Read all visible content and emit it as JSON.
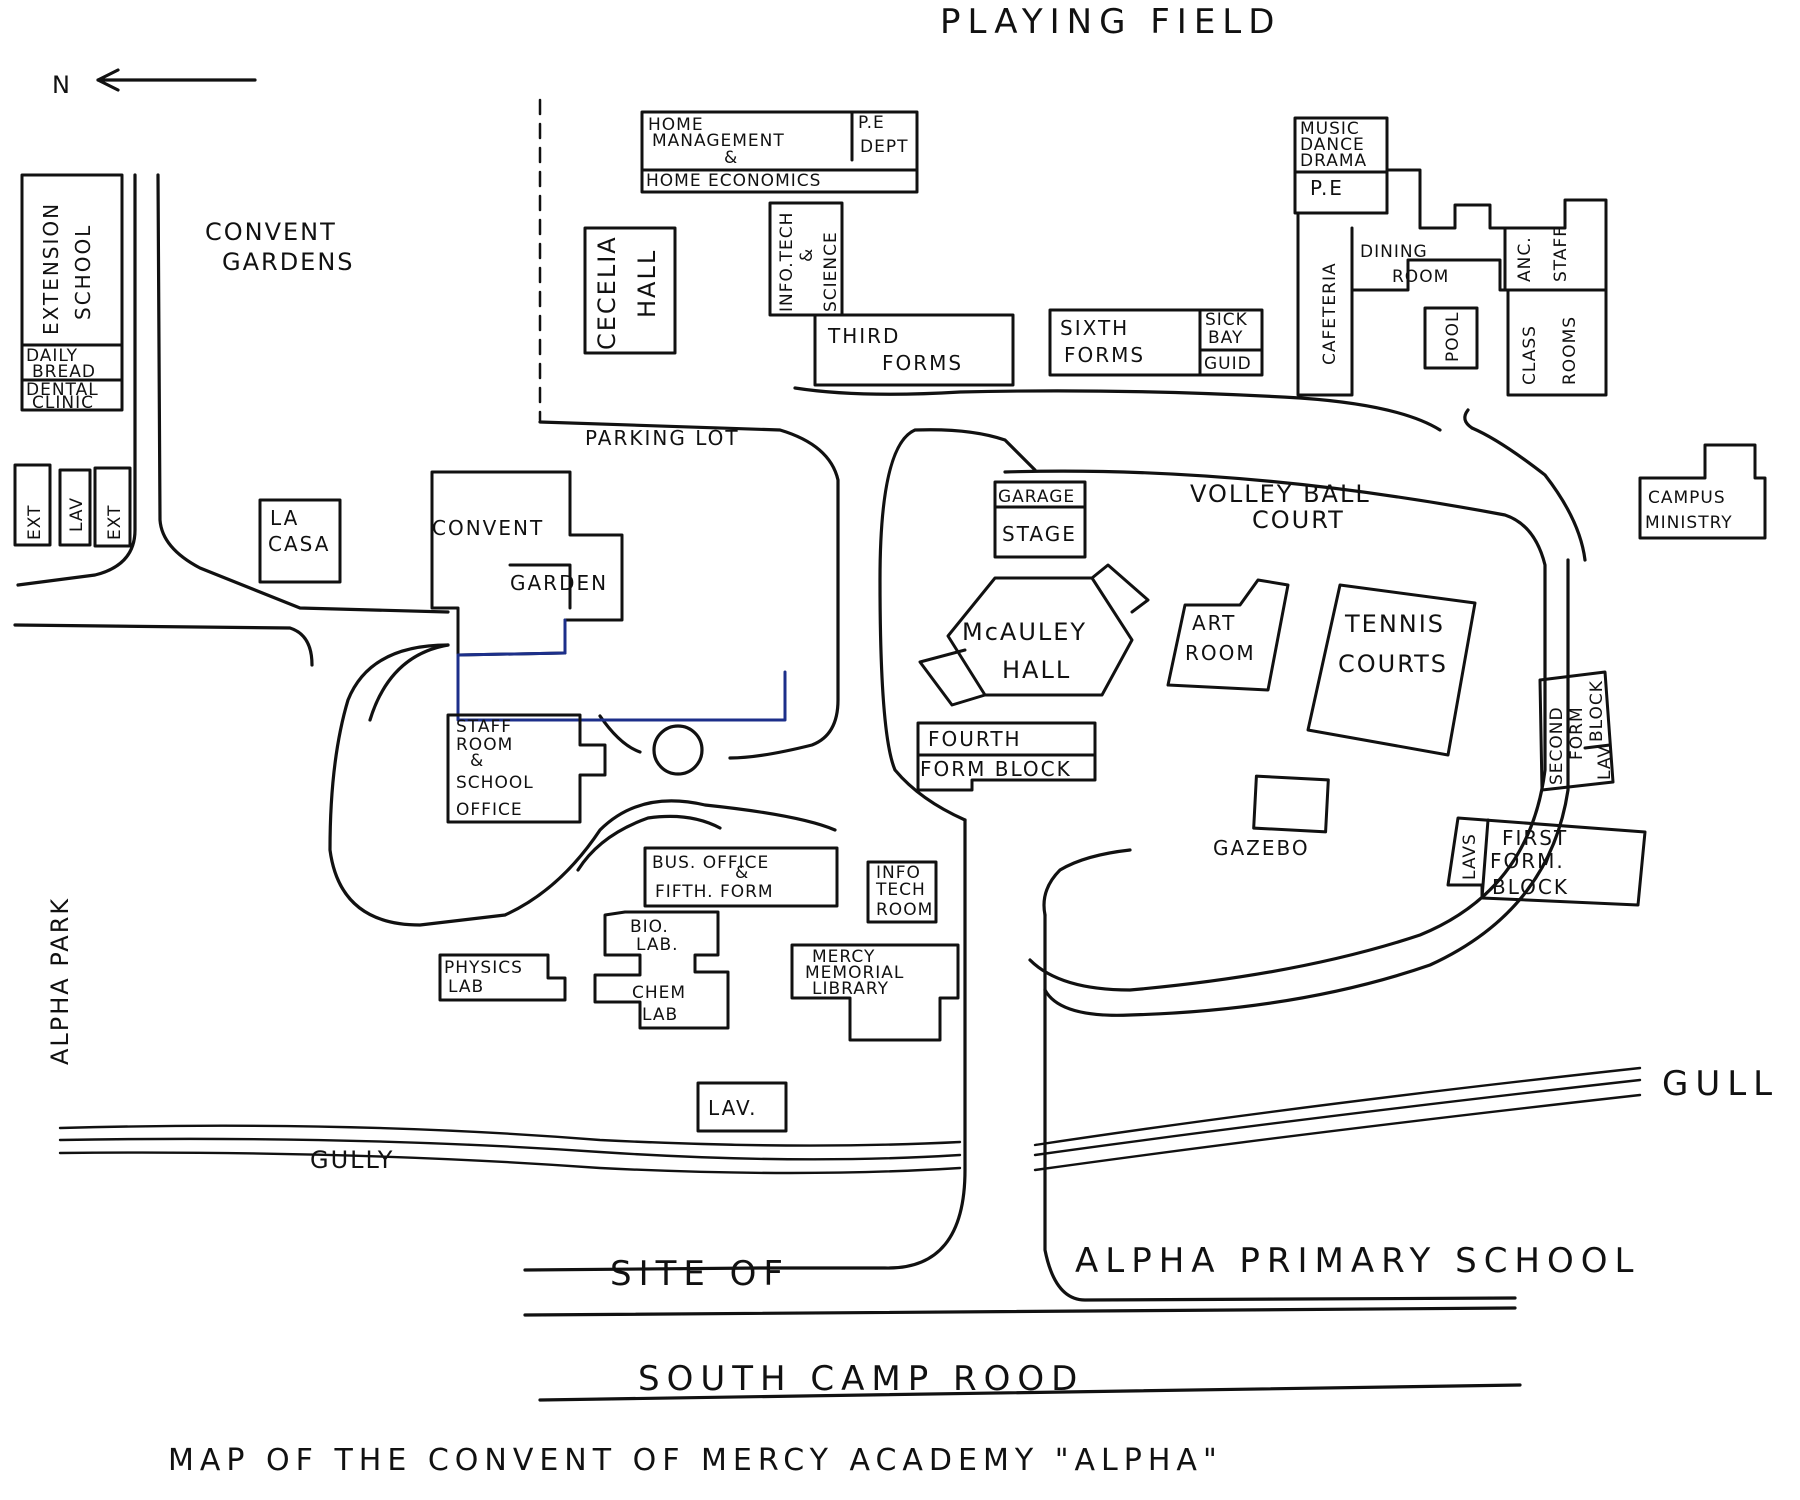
{
  "map": {
    "title": "MAP OF THE CONVENT OF MERCY ACADEMY \"ALPHA\"",
    "north_arrow_label": "N",
    "regions": {
      "playing_field": "PLAYING FIELD",
      "convent_gardens_1": "CONVENT",
      "convent_gardens_2": "GARDENS",
      "parking_lot": "PARKING LOT",
      "volley_ball_1": "VOLLEY BALL",
      "volley_ball_2": "COURT",
      "alpha_park": "ALPHA PARK",
      "site_of": "SITE OF",
      "alpha_primary": "ALPHA PRIMARY SCHOOL",
      "south_camp_road": "SOUTH CAMP ROOD",
      "gully_left": "GULLY",
      "gully_right": "GULL",
      "gazebo": "GAZEBO"
    },
    "buildings": {
      "extension_school_1": "EXTENSION",
      "extension_school_2": "SCHOOL",
      "daily_bread_1": "DAILY",
      "daily_bread_2": "BREAD",
      "dental_clinic_1": "DENTAL",
      "dental_clinic_2": "CLINIC",
      "ext_left": "EXT",
      "lav_ext": "LAV",
      "ext_right": "EXT",
      "la_casa_1": "LA",
      "la_casa_2": "CASA",
      "convent": "CONVENT",
      "garden": "GARDEN",
      "staff_room_1": "STAFF",
      "staff_room_2": "ROOM",
      "staff_room_3": "&",
      "staff_room_4": "SCHOOL",
      "staff_room_5": "OFFICE",
      "home_mgmt_1": "HOME",
      "home_mgmt_2": "MANAGEMENT",
      "home_mgmt_3": "&",
      "home_economics": "HOME ECONOMICS",
      "pe_dept_1": "P.E",
      "pe_dept_2": "DEPT",
      "cecelia_hall_1": "CECELIA",
      "cecelia_hall_2": "HALL",
      "info_tech_science_1": "INFO.TECH",
      "info_tech_science_2": "&",
      "info_tech_science_3": "SCIENCE",
      "third_forms_1": "THIRD",
      "third_forms_2": "FORMS",
      "sixth_forms_1": "SIXTH",
      "sixth_forms_2": "FORMS",
      "sick_bay_1": "SICK",
      "sick_bay_2": "BAY",
      "guid": "GUID",
      "music_1": "MUSIC",
      "music_2": "DANCE",
      "music_3": "DRAMA",
      "pe": "P.E",
      "cafeteria": "CAFETERIA",
      "dining_room_1": "DINING",
      "dining_room_2": "ROOM",
      "anc_staff_1": "ANC.",
      "anc_staff_2": "STAFF",
      "pool": "POOL",
      "class_rooms_1": "CLASS",
      "class_rooms_2": "ROOMS",
      "campus_ministry_1": "CAMPUS",
      "campus_ministry_2": "MINISTRY",
      "garage": "GARAGE",
      "stage": "STAGE",
      "mcauley_hall_1": "McAULEY",
      "mcauley_hall_2": "HALL",
      "art_room_1": "ART",
      "art_room_2": "ROOM",
      "tennis_courts_1": "TENNIS",
      "tennis_courts_2": "COURTS",
      "fourth_form_1": "FOURTH",
      "fourth_form_2": "FORM BLOCK",
      "second_form_1": "SECOND",
      "second_form_2": "FORM",
      "second_form_3": "BLOCK",
      "lav_second": "LAV",
      "lavs_first": "LAVS",
      "first_form_1": "FIRST",
      "first_form_2": "FORM.",
      "first_form_3": "BLOCK",
      "bus_office_1": "BUS. OFFICE",
      "bus_office_2": "&",
      "fifth_form": "FIFTH. FORM",
      "info_tech_room_1": "INFO",
      "info_tech_room_2": "TECH",
      "info_tech_room_3": "ROOM",
      "bio_lab_1": "BIO.",
      "bio_lab_2": "LAB.",
      "chem_lab_1": "CHEM",
      "chem_lab_2": "LAB",
      "physics_lab_1": "PHYSICS",
      "physics_lab_2": "LAB",
      "library_1": "MERCY",
      "library_2": "MEMORIAL",
      "library_3": "LIBRARY",
      "lav_bottom": "LAV."
    }
  }
}
